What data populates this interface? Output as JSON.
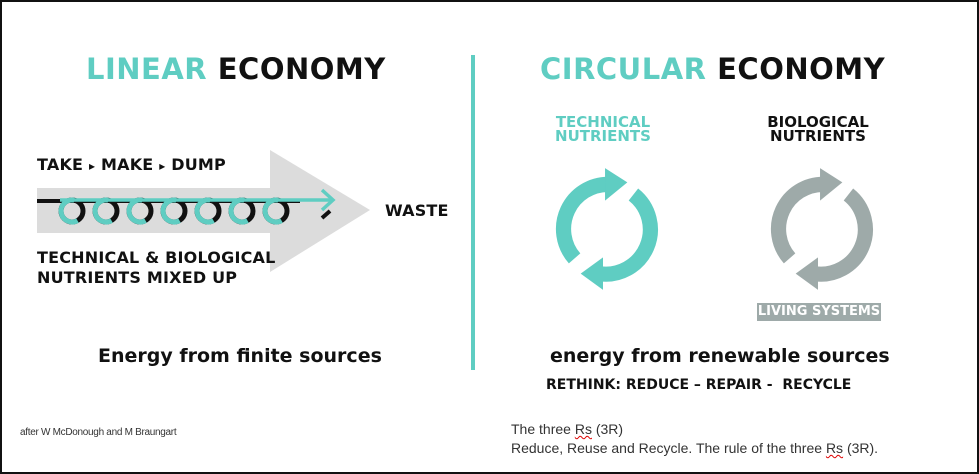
{
  "linear": {
    "title_accent": "LINEAR",
    "title_main": "ECONOMY",
    "steps": [
      "TAKE",
      "MAKE",
      "DUMP"
    ],
    "step_separator": "▸",
    "waste_label": "WASTE",
    "nutrients_line1": "TECHNICAL & BIOLOGICAL",
    "nutrients_line2": "NUTRIENTS MIXED UP",
    "energy": "Energy from finite sources"
  },
  "circular": {
    "title_accent": "CIRCULAR",
    "title_main": "ECONOMY",
    "technical_line1": "TECHNICAL",
    "technical_line2": "NUTRIENTS",
    "biological_line1": "BIOLOGICAL",
    "biological_line2": "NUTRIENTS",
    "living_systems": "LIVING SYSTEMS",
    "energy": "energy from renewable sources",
    "rethink": "RETHINK: REDUCE – REPAIR -  RECYCLE"
  },
  "footer": {
    "credit": "after W McDonough and M Braungart",
    "note_line1_a": "The three ",
    "note_line1_rs": "Rs",
    "note_line1_b": " (3R)",
    "note_line2_a": "Reduce, Reuse and Recycle. The rule of the three ",
    "note_line2_rs": "Rs",
    "note_line2_b": " (3R)."
  },
  "colors": {
    "teal": "#5fcdc2",
    "gray": "#9eaaa9",
    "arrow_gray": "#dcdcdc"
  }
}
